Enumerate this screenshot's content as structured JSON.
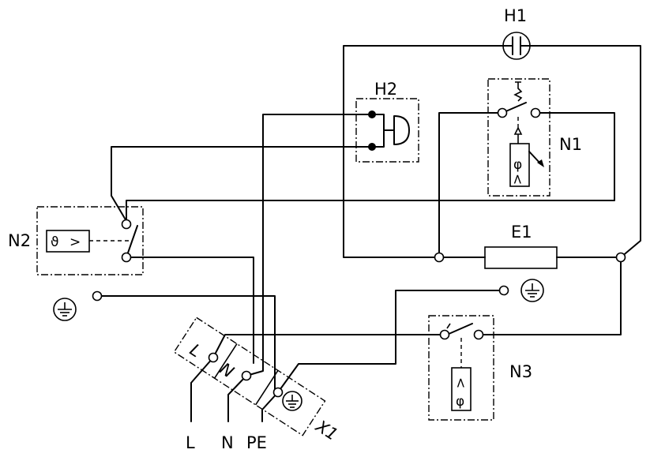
{
  "labels": {
    "h1": "H1",
    "h2": "H2",
    "n1": "N1",
    "n2": "N2",
    "n3": "N3",
    "e1": "E1",
    "x1": "X1",
    "terminal_l": "L",
    "terminal_n": "N",
    "wire_l": "L",
    "wire_n": "N",
    "wire_pe": "PE"
  },
  "symbols": {
    "n2_theta": "ϑ",
    "n2_greater": ">",
    "n1_less": "<",
    "n3_less": "<"
  },
  "icons": {
    "ground": "ground-symbol-icon",
    "lamp": "indicator-lamp-icon",
    "buzzer": "buzzer-icon"
  }
}
